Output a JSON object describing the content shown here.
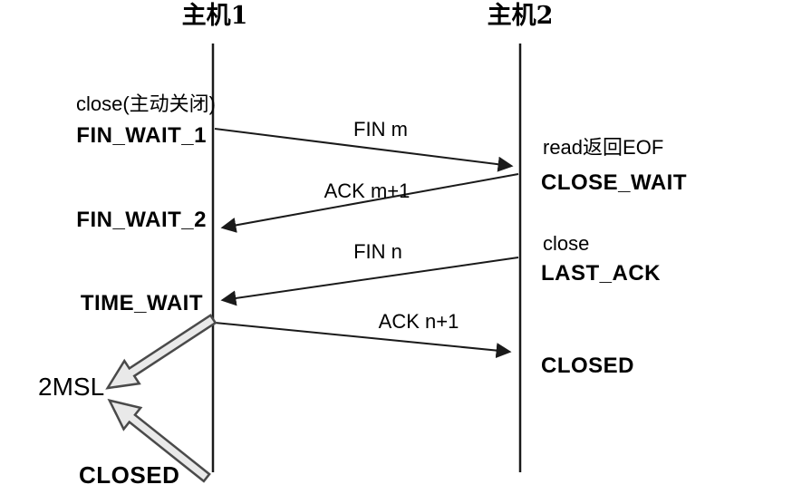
{
  "header": {
    "host1": "主机1",
    "host2": "主机2"
  },
  "host1_column": {
    "close_action": "close(主动关闭)",
    "fin_wait_1": "FIN_WAIT_1",
    "fin_wait_2": "FIN_WAIT_2",
    "time_wait": "TIME_WAIT",
    "msl": "2MSL",
    "closed": "CLOSED"
  },
  "host2_column": {
    "read_eof": "read返回EOF",
    "close_wait": "CLOSE_WAIT",
    "close_action": "close",
    "last_ack": "LAST_ACK",
    "closed": "CLOSED"
  },
  "messages": [
    {
      "label": "FIN m",
      "from": "host1",
      "to": "host2"
    },
    {
      "label": "ACK m+1",
      "from": "host2",
      "to": "host1"
    },
    {
      "label": "FIN n",
      "from": "host2",
      "to": "host1"
    },
    {
      "label": "ACK n+1",
      "from": "host1",
      "to": "host2"
    }
  ],
  "colors": {
    "line": "#1a1a1a",
    "text": "#000000",
    "block_arrow_fill": "#e9e9e9",
    "block_arrow_stroke": "#4a4a4a",
    "background": "#ffffff"
  }
}
